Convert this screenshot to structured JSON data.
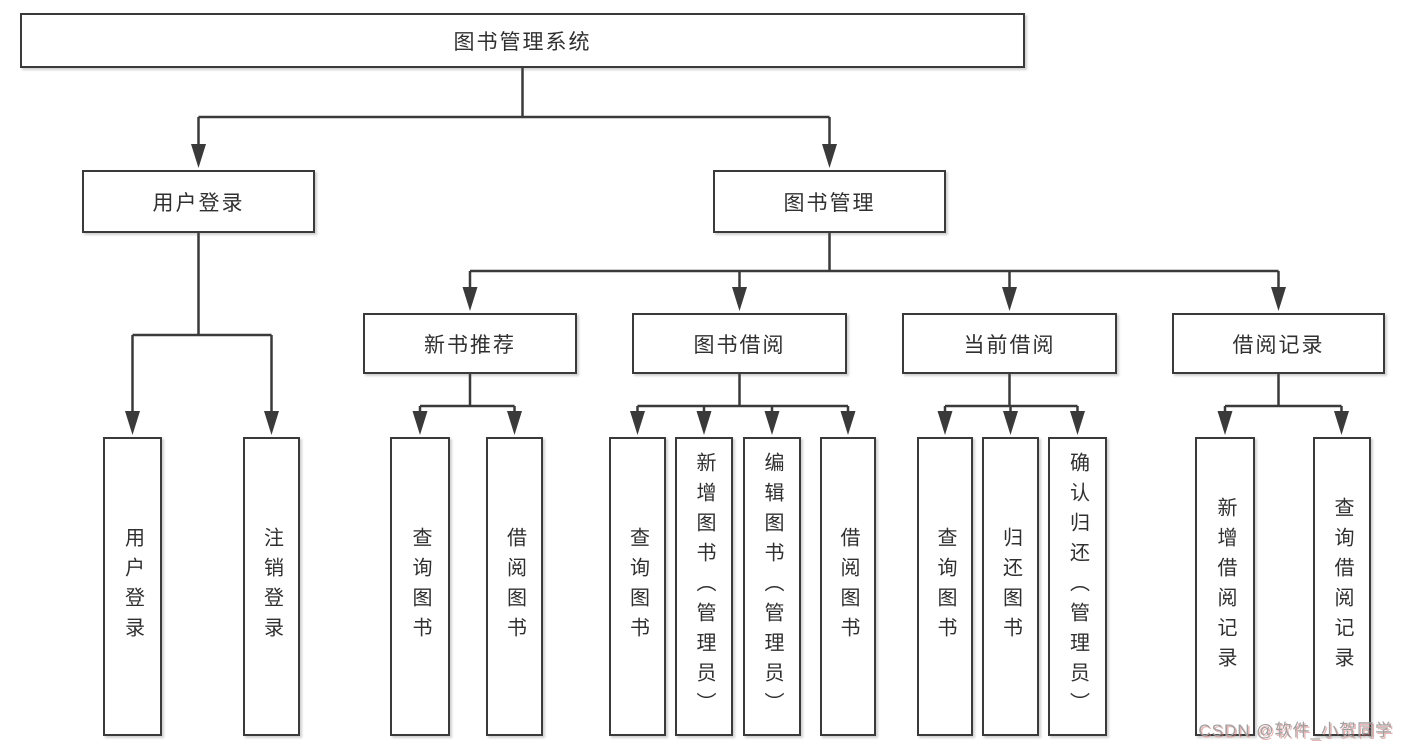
{
  "root_label": "图书管理系统",
  "level2": [
    {
      "label": "用户登录"
    },
    {
      "label": "图书管理"
    }
  ],
  "level3": [
    {
      "label": "新书推荐",
      "parent": "图书管理"
    },
    {
      "label": "图书借阅",
      "parent": "图书管理"
    },
    {
      "label": "当前借阅",
      "parent": "图书管理"
    },
    {
      "label": "借阅记录",
      "parent": "图书管理"
    }
  ],
  "leaves": [
    {
      "label": "用户登录",
      "parent": "用户登录"
    },
    {
      "label": "注销登录",
      "parent": "用户登录"
    },
    {
      "label": "查询图书",
      "parent": "新书推荐"
    },
    {
      "label": "借阅图书",
      "parent": "新书推荐"
    },
    {
      "label": "查询图书",
      "parent": "图书借阅"
    },
    {
      "label": "新增图书（管理员）",
      "parent": "图书借阅"
    },
    {
      "label": "编辑图书（管理员）",
      "parent": "图书借阅"
    },
    {
      "label": "借阅图书",
      "parent": "图书借阅"
    },
    {
      "label": "查询图书",
      "parent": "当前借阅"
    },
    {
      "label": "归还图书",
      "parent": "当前借阅"
    },
    {
      "label": "确认归还（管理员）",
      "parent": "当前借阅"
    },
    {
      "label": "新增借阅记录",
      "parent": "借阅记录"
    },
    {
      "label": "查询借阅记录",
      "parent": "借阅记录"
    }
  ],
  "watermark": {
    "text": "CSDN @软件_小贺同学"
  },
  "colors": {
    "line": "#3a3a3a",
    "box_border": "#3a3a3a",
    "text": "#303030",
    "background": "#ffffff",
    "watermark_gray": "#a0a0a0",
    "watermark_red_shadow": "#d67878"
  }
}
